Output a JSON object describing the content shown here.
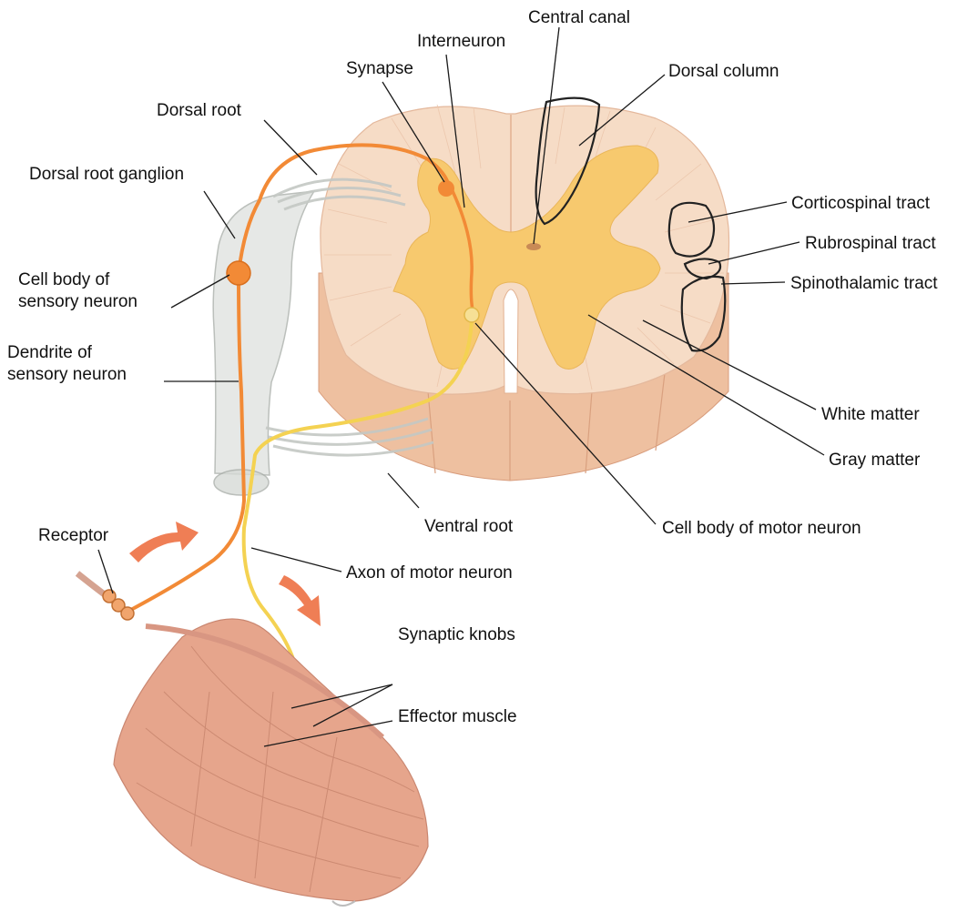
{
  "colors": {
    "sensory_neuron": "#f28a36",
    "motor_neuron": "#f4d252",
    "gray_matter": "#f7c96e",
    "white_matter": "#f6dcc6",
    "cord_side": "#eec0a0",
    "ganglion": "#e2e4e2",
    "muscle": "#e6a58c",
    "arrow": "#ef7e55",
    "leader": "#1a1a1a"
  },
  "labels": {
    "central_canal": "Central canal",
    "interneuron": "Interneuron",
    "dorsal_column": "Dorsal column",
    "synapse": "Synapse",
    "dorsal_root": "Dorsal root",
    "dorsal_root_ganglion": "Dorsal root ganglion",
    "corticospinal_tract": "Corticospinal tract",
    "rubrospinal_tract": "Rubrospinal tract",
    "spinothalamic_tract": "Spinothalamic tract",
    "cell_body_sensory": [
      "Cell body of",
      "sensory neuron"
    ],
    "dendrite_sensory": [
      "Dendrite of",
      "sensory neuron"
    ],
    "white_matter": "White matter",
    "gray_matter": "Gray matter",
    "receptor": "Receptor",
    "ventral_root": "Ventral root",
    "cell_body_motor": "Cell body of motor neuron",
    "axon_motor": "Axon of motor neuron",
    "synaptic_knobs": "Synaptic knobs",
    "effector_muscle": "Effector muscle"
  }
}
